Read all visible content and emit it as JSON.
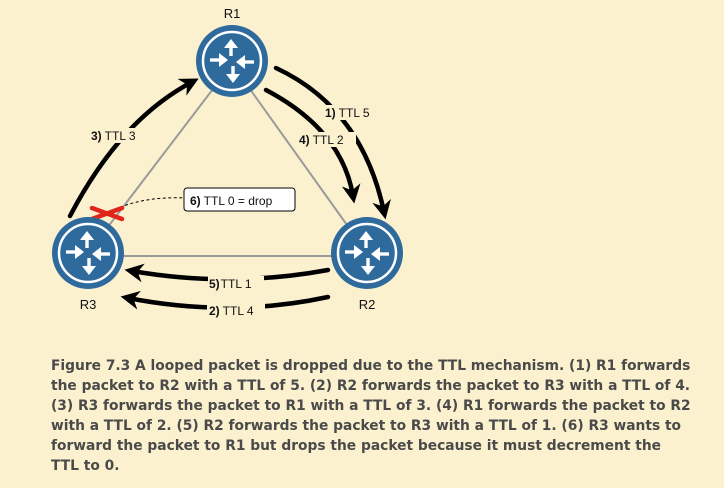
{
  "routers": {
    "r1": {
      "name": "R1"
    },
    "r2": {
      "name": "R2"
    },
    "r3": {
      "name": "R3"
    }
  },
  "flows": [
    {
      "step": "1)",
      "text": "TTL 5"
    },
    {
      "step": "2)",
      "text": "TTL 4"
    },
    {
      "step": "3)",
      "text": "TTL 3"
    },
    {
      "step": "4)",
      "text": "TTL 2"
    },
    {
      "step": "5)",
      "text": "TTL 1"
    },
    {
      "step": "6)",
      "text": "TTL 0 = drop"
    }
  ],
  "caption": "Figure 7.3 A looped packet is dropped due to the TTL mechanism. (1) R1 forwards the packet to R2 with a TTL of 5. (2) R2 forwards the packet to R3 with a TTL of 4. (3) R3 forwards the packet to R1 with a TTL of 3. (4) R1 forwards the packet to R2 with a TTL of 2. (5) R2 forwards the packet to R3 with a TTL of 1. (6) R3 wants to forward the packet to R1 but drops the packet because it must decrement the TTL to 0.",
  "colors": {
    "background": "#fbf1cf",
    "router_fill": "#2f6a9d",
    "router_ring": "#ffffff",
    "link": "#9a9a9a",
    "arrow": "#000000",
    "drop_mark": "#e1251b"
  }
}
